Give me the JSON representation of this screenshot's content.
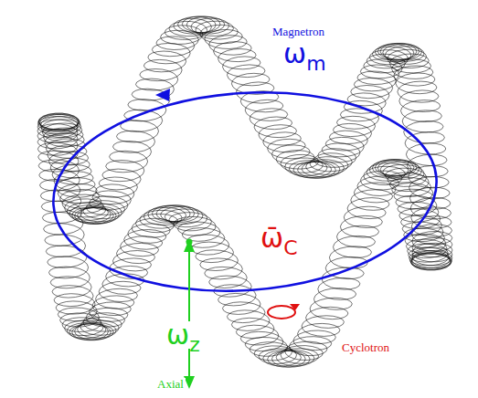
{
  "diagram": {
    "labels": [
      "Magnetron",
      "ωm",
      "ω̄C",
      "ωz",
      "Axial",
      "Cyclotron"
    ]
  }
}
